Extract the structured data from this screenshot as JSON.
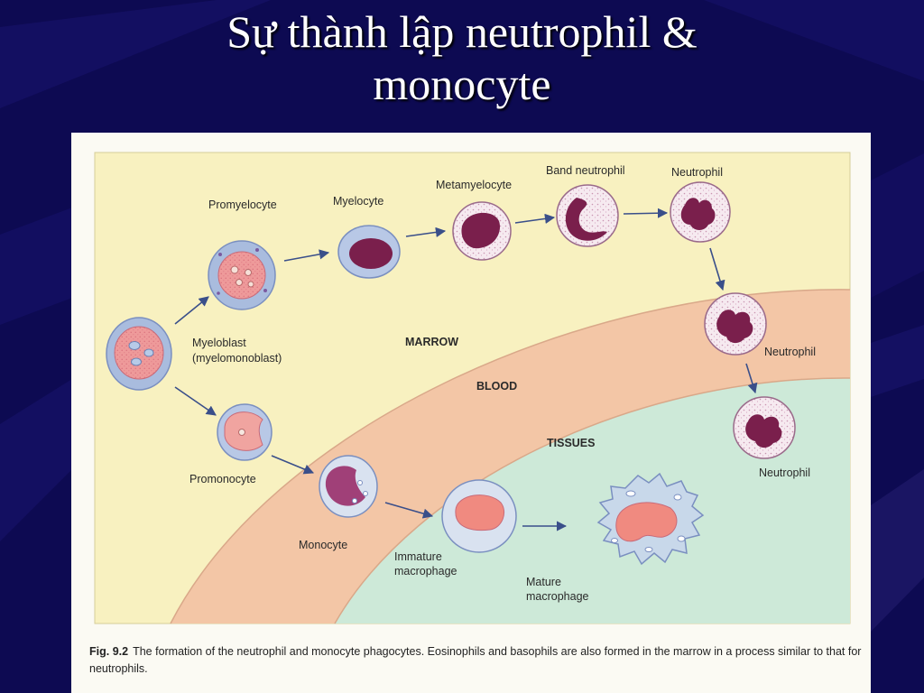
{
  "slide": {
    "title_line1": "Sự thành lập neutrophil &",
    "title_line2": "monocyte"
  },
  "colors": {
    "background": "#0d0a52",
    "marrow": "#f8f1c0",
    "blood": "#f3c6a6",
    "tissues": "#cde9d8",
    "nucleus": "#7a1f4c",
    "arrow": "#3a4f8a"
  },
  "zones": {
    "marrow": "MARROW",
    "blood": "BLOOD",
    "tissues": "TISSUES"
  },
  "cells": {
    "promyelocyte": "Promyelocyte",
    "myelocyte": "Myelocyte",
    "metamyelocyte": "Metamyelocyte",
    "band_neutrophil": "Band neutrophil",
    "neutrophil_marrow": "Neutrophil",
    "neutrophil_blood": "Neutrophil",
    "neutrophil_tissue": "Neutrophil",
    "myeloblast_line1": "Myeloblast",
    "myeloblast_line2": "(myelomonoblast)",
    "promonocyte": "Promonocyte",
    "monocyte": "Monocyte",
    "immature_macrophage_line1": "Immature",
    "immature_macrophage_line2": "macrophage",
    "mature_macrophage_line1": "Mature",
    "mature_macrophage_line2": "macrophage"
  },
  "caption": {
    "fig_no": "Fig. 9.2",
    "text": "The formation of the neutrophil and monocyte phagocytes. Eosinophils and basophils are also formed in the marrow in a process similar to that for neutrophils."
  }
}
